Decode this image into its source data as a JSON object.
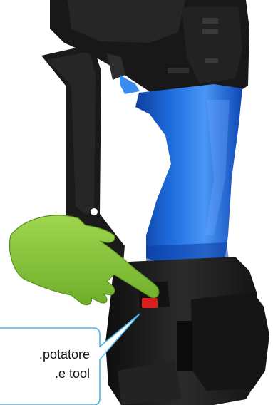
{
  "illustration": {
    "subject": "handheld power tool with battery pack",
    "grip_color": "#1f6fe0",
    "body_color": "#1c1c1c",
    "hand_color": "#8cc63f",
    "button_color": "#d81e1e"
  },
  "callout": {
    "line1": "potatore.",
    "line2": "e tool.",
    "border_color": "#4bb3e6"
  }
}
